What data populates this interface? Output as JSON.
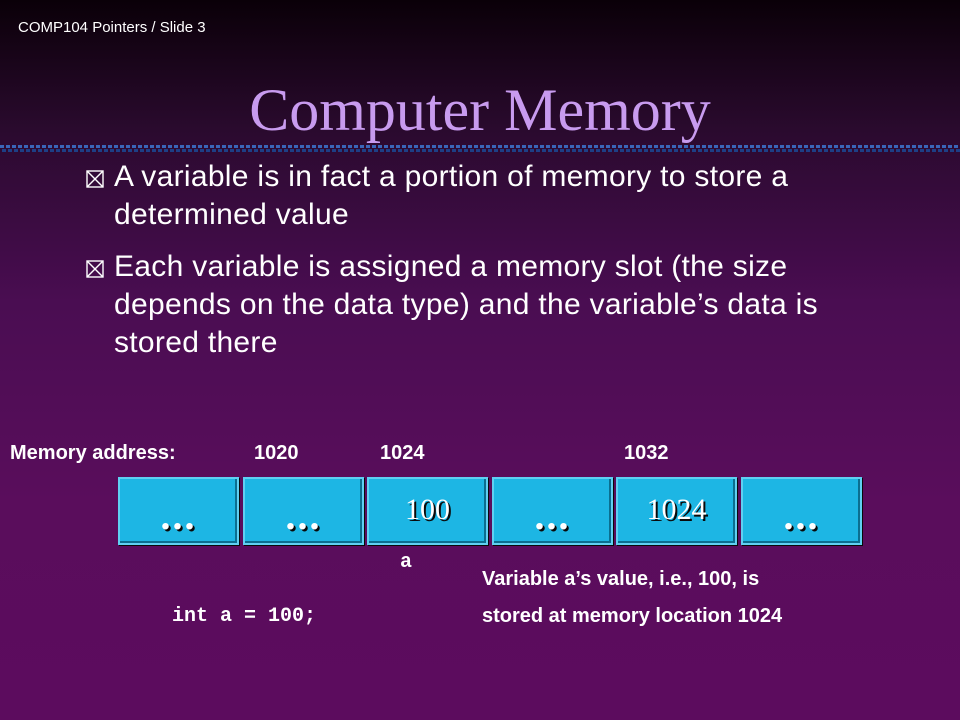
{
  "header": {
    "text": "COMP104 Pointers / Slide 3"
  },
  "title": "Computer Memory",
  "bullets": [
    {
      "text": "A variable is in fact a portion of memory to store a determined value"
    },
    {
      "text": "Each variable is assigned a memory slot (the size depends on the data type) and the variable’s data is stored there"
    }
  ],
  "memory": {
    "label": "Memory address:",
    "addresses": [
      "1020",
      "1024",
      "1032"
    ],
    "cells": [
      "...",
      "...",
      "100",
      "...",
      "1024",
      "..."
    ],
    "variable_name": "a"
  },
  "code": "int a = 100;",
  "explanation": {
    "line1": "Variable a’s value, i.e., 100, is",
    "line2": "stored at memory location 1024"
  },
  "colors": {
    "title": "#c89bef",
    "cell": "#1db6e4",
    "background_top": "#0a0008",
    "background_bottom": "#5c0c5e"
  }
}
